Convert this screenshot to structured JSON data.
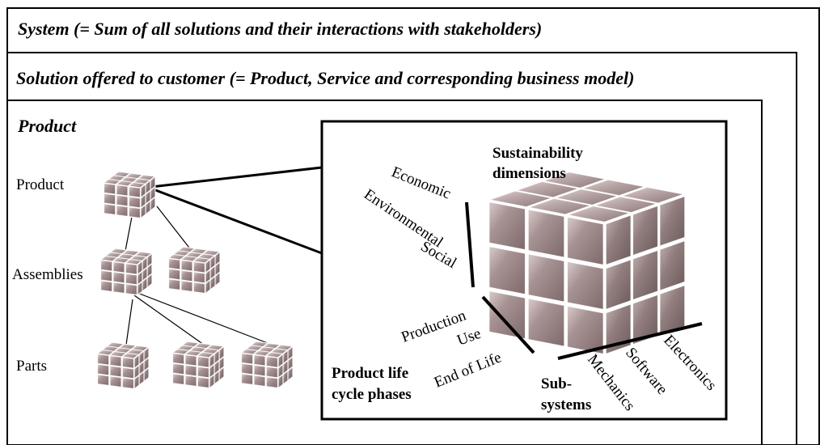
{
  "frames": {
    "system": "System (= Sum of all solutions and their interactions with stakeholders)",
    "solution": "Solution offered to customer (= Product, Service and corresponding business model)",
    "product": "Product"
  },
  "hierarchy": {
    "product_label": "Product",
    "assemblies_label": "Assemblies",
    "parts_label": "Parts"
  },
  "detail": {
    "sustainability_title": [
      "Sustainability",
      "dimensions"
    ],
    "dimensions": [
      "Economic",
      "Environmental",
      "Social"
    ],
    "lifecycle_title": [
      "Product life",
      "cycle phases"
    ],
    "phases": [
      "Production",
      "Use",
      "End of Life"
    ],
    "subsystems_title": [
      "Sub-",
      "systems"
    ],
    "subsystems": [
      "Mechanics",
      "Software",
      "Electronics"
    ]
  },
  "colors": {
    "cube_face": "#a89394",
    "cube_top": "#b9a6a7",
    "cube_side": "#8f7b7c",
    "line": "#000000"
  }
}
